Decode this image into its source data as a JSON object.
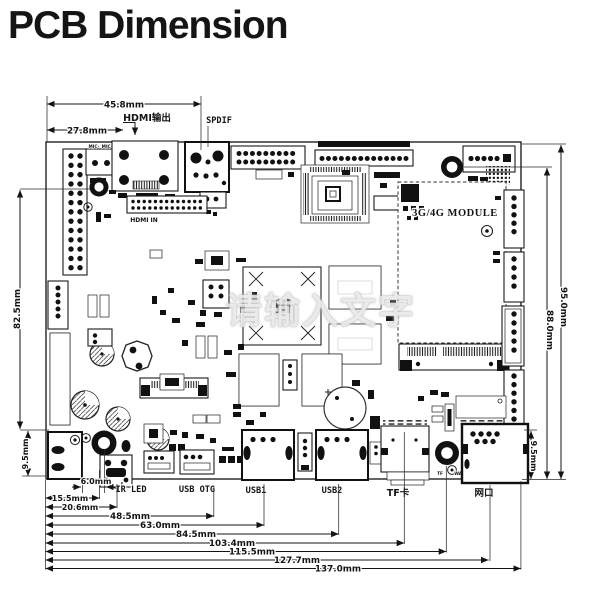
{
  "title": "PCB Dimension",
  "watermark": "请输入文字",
  "labels": {
    "hdmi_out": "HDMI输出",
    "spdif": "SPDIF",
    "hdmi_in": "HDMI IN",
    "mic_neg": "MIC-",
    "mic_pos": "MIC+",
    "module": "3G/4G MODULE",
    "ir_led": "IR LED",
    "usb_otg": "USB OTG",
    "usb1": "USB1",
    "usb2": "USB2",
    "tf_card": "TF卡",
    "lan_port": "网口",
    "led_tf": "TF",
    "led_wan": "WAN"
  },
  "dimensions": {
    "top": {
      "d45_8": "45.8mm",
      "d27_8": "27.8mm"
    },
    "left": {
      "d82_5": "82.5mm",
      "d9_5": "9.5mm"
    },
    "right": {
      "d95_0": "95.0mm",
      "d88_0": "88.0mm",
      "d9_5": "9.5mm"
    },
    "bottom": {
      "d6_0": "6.0mm",
      "d15_5": "15.5mm",
      "d20_6": "20.6mm",
      "d48_5": "48.5mm",
      "d63_0": "63.0mm",
      "d84_5": "84.5mm",
      "d103_4": "103.4mm",
      "d115_5": "115.5mm",
      "d127_7": "127.7mm",
      "d137_0": "137.0mm"
    }
  }
}
